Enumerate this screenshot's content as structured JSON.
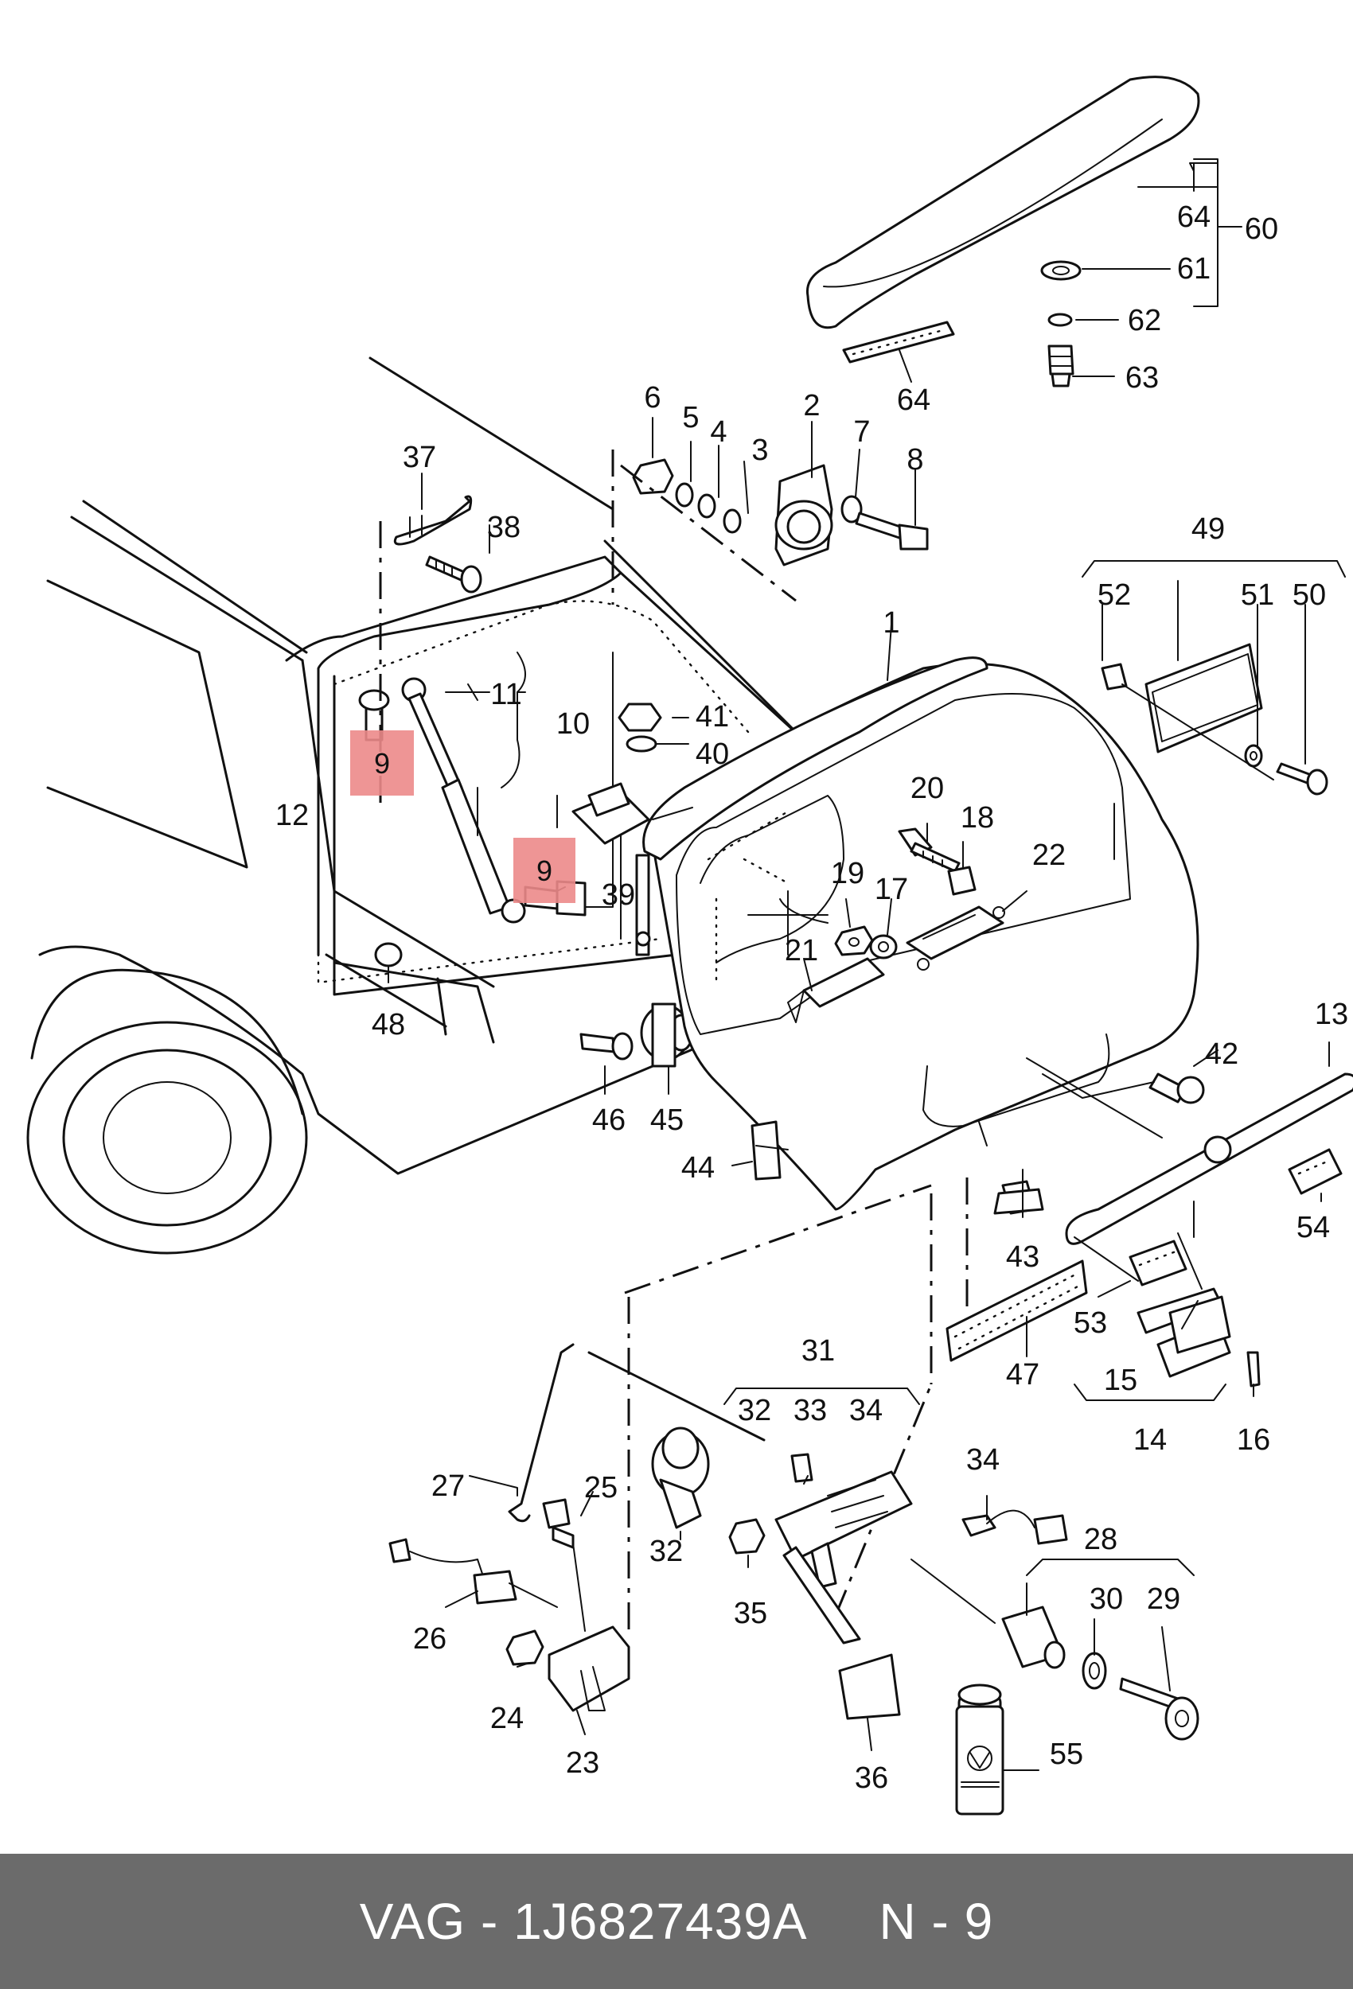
{
  "callouts": {
    "c1": "1",
    "c2": "2",
    "c3": "3",
    "c4": "4",
    "c5": "5",
    "c6": "6",
    "c7": "7",
    "c8": "8",
    "c9a": "9",
    "c9b": "9",
    "c10": "10",
    "c11": "11",
    "c12": "12",
    "c13": "13",
    "c14": "14",
    "c15": "15",
    "c16": "16",
    "c17": "17",
    "c18": "18",
    "c19": "19",
    "c20": "20",
    "c21": "21",
    "c22": "22",
    "c23": "23",
    "c24": "24",
    "c25": "25",
    "c26": "26",
    "c27": "27",
    "c28": "28",
    "c29": "29",
    "c30": "30",
    "c31": "31",
    "c32a": "32",
    "c32b": "32",
    "c33": "33",
    "c34a": "34",
    "c34b": "34",
    "c35": "35",
    "c36": "36",
    "c37": "37",
    "c38": "38",
    "c39": "39",
    "c40": "40",
    "c41": "41",
    "c42": "42",
    "c43": "43",
    "c44": "44",
    "c45": "45",
    "c46": "46",
    "c47": "47",
    "c48": "48",
    "c49": "49",
    "c50": "50",
    "c51": "51",
    "c52": "52",
    "c53": "53",
    "c54": "54",
    "c55": "55",
    "c60": "60",
    "c61": "61",
    "c62": "62",
    "c63": "63",
    "c64a": "64",
    "c64b": "64"
  },
  "highlight_color": "#ec8a8a",
  "footer": {
    "brand": "VAG",
    "separator": "-",
    "part_number": "1J6827439A",
    "position_label": "N - 9"
  }
}
